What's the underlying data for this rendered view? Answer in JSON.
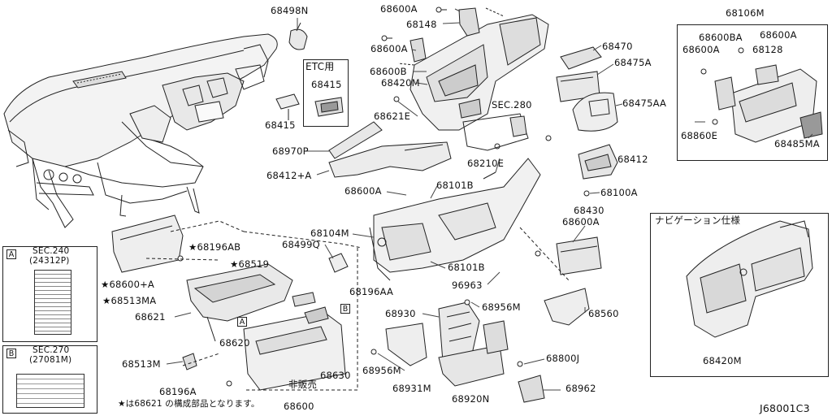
{
  "diagram_code": "J68001C3",
  "footnote": "★は68621 の構成部品となります。",
  "part_labels": {
    "p68498N": "68498N",
    "p68600A_top": "68600A",
    "p68148": "68148",
    "p68600A_2": "68600A",
    "p68600B": "68600B",
    "p68420M": "68420M",
    "p68470": "68470",
    "p68475A": "68475A",
    "p68475AA": "68475AA",
    "p68621E": "68621E",
    "p68415": "68415",
    "p68970P": "68970P",
    "p68412A": "68412+A",
    "p68600A_3": "68600A",
    "p68101B_1": "68101B",
    "p68210E": "68210E",
    "p68412": "68412",
    "p68100A": "68100A",
    "p68104M": "68104M",
    "p68499Q": "68499Q",
    "p68101B_2": "68101B",
    "p68430": "68430",
    "p68600A_4": "68600A",
    "p96963": "96963",
    "p68196AB": "★68196AB",
    "p68519": "★68519",
    "p68600A_plus": "★68600+A",
    "p68513MA": "★68513MA",
    "p68621": "68621",
    "p68196AA": "68196AA",
    "p68620": "68620",
    "p68513M": "68513M",
    "p68196A": "68196A",
    "p68630": "68630",
    "p68600": "68600",
    "p68930": "68930",
    "p68956M_1": "68956M",
    "p68956M_2": "68956M",
    "p68931M": "68931M",
    "p68920N": "68920N",
    "p68800J": "68800J",
    "p68962": "68962",
    "p68560": "68560"
  },
  "etc_box": {
    "title": "ETC用",
    "part": "68415"
  },
  "sec_refs": {
    "sec280": "SEC.280",
    "a_tag": "A",
    "a_line1": "SEC.240",
    "a_line2": "(24312P)",
    "b_tag": "B",
    "b_line1": "SEC.270",
    "b_line2": "(27081M)"
  },
  "not_sold": "非販売",
  "inset_top_right": {
    "header": "68106M",
    "p68600BA": "68600BA",
    "p68600A_r": "68600A",
    "p68600A_l": "68600A",
    "p68128": "68128",
    "p68860E": "68860E",
    "p68485MA": "68485MA"
  },
  "inset_navigation": {
    "title": "ナビゲーション仕様",
    "part": "68420M"
  },
  "callout_tags": {
    "a": "A",
    "b": "B"
  }
}
